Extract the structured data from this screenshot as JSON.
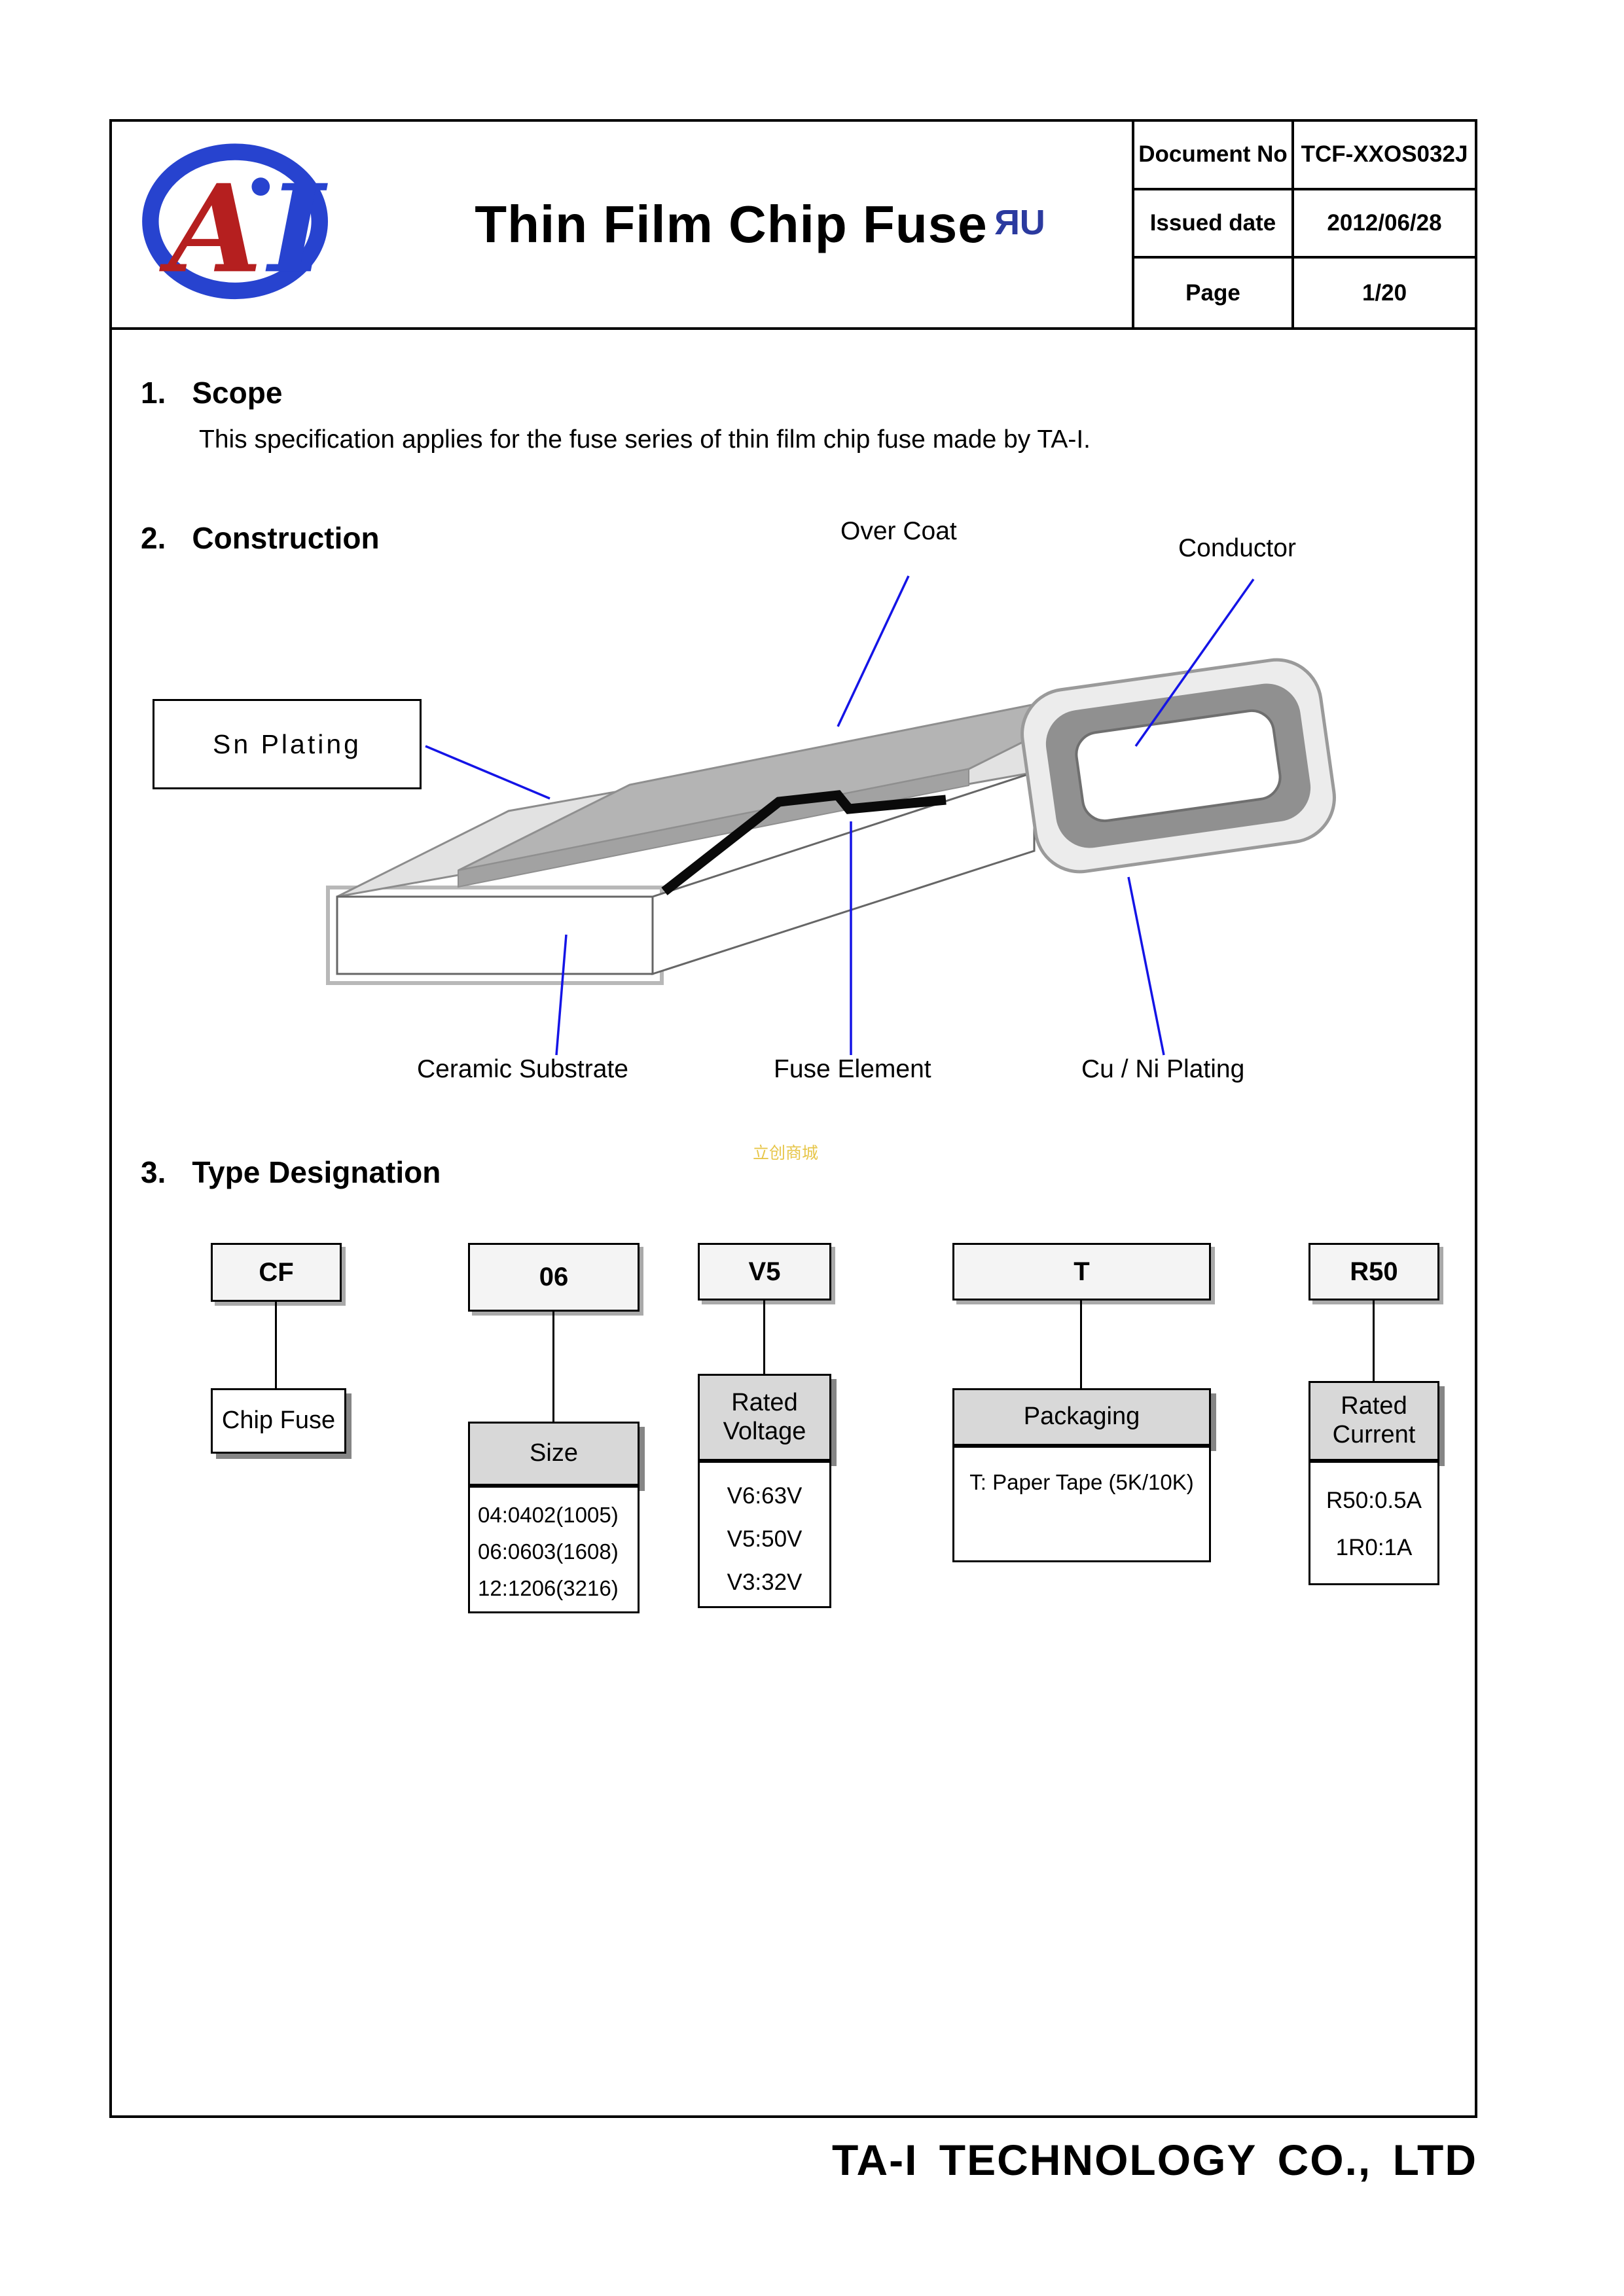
{
  "header": {
    "title": "Thin Film Chip Fuse",
    "ul_mark_r": "R",
    "ul_mark_u": "U",
    "logo": {
      "letter_a": "A",
      "letter_i": "I"
    },
    "table": {
      "rows": [
        {
          "label": "Document No",
          "value": "TCF-XXOS032J"
        },
        {
          "label": "Issued date",
          "value": "2012/06/28"
        },
        {
          "label": "Page",
          "value": "1/20"
        }
      ]
    }
  },
  "sections": {
    "scope": {
      "no": "1.",
      "title": "Scope",
      "body": "This specification applies for the fuse series of thin film chip fuse made by TA-I."
    },
    "construction": {
      "no": "2.",
      "title": "Construction",
      "labels": {
        "over_coat": "Over Coat",
        "conductor": "Conductor",
        "sn_plating": "Sn Plating",
        "ceramic_substrate": "Ceramic Substrate",
        "fuse_element": "Fuse Element",
        "cu_ni_plating": "Cu / Ni Plating"
      }
    },
    "type_designation": {
      "no": "3.",
      "title": "Type Designation",
      "columns": [
        {
          "code": "CF",
          "category": "Chip Fuse",
          "items": []
        },
        {
          "code": "06",
          "category": "Size",
          "items": [
            "04:0402(1005)",
            "06:0603(1608)",
            "12:1206(3216)"
          ]
        },
        {
          "code": "V5",
          "category": "Rated Voltage",
          "items": [
            "V6:63V",
            "V5:50V",
            "V3:32V"
          ]
        },
        {
          "code": "T",
          "category": "Packaging",
          "items": [
            "T: Paper Tape (5K/10K)"
          ]
        },
        {
          "code": "R50",
          "category": "Rated Current",
          "items": [
            "R50:0.5A",
            "1R0:1A"
          ]
        }
      ]
    }
  },
  "watermark": {
    "text": "立创商城"
  },
  "footer": {
    "company": "TA-I TECHNOLOGY CO., LTD"
  },
  "colors": {
    "leader_line": "#1414e6",
    "logo_blue": "#2743cf",
    "logo_red": "#b51f1f"
  }
}
